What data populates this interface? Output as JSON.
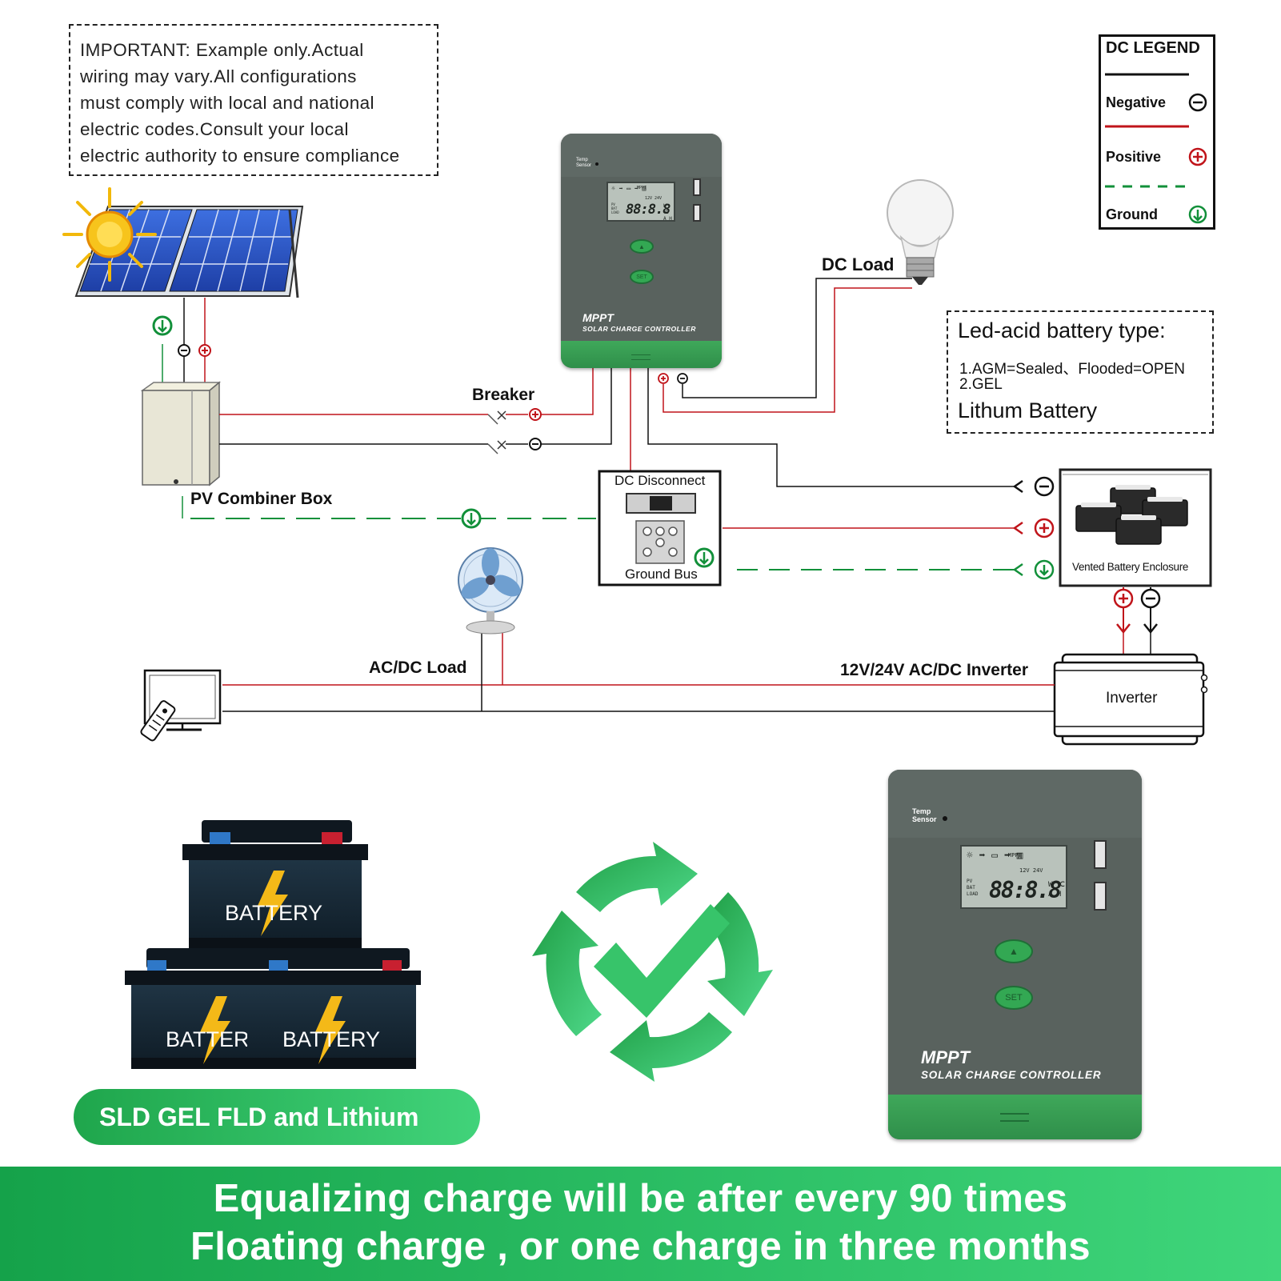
{
  "notice": {
    "lines": [
      "IMPORTANT: Example only.Actual",
      "wiring may vary.All configurations",
      "must comply with local and national",
      "electric codes.Consult your local",
      "electric authority to ensure compliance"
    ]
  },
  "legend": {
    "title": "DC LEGEND",
    "negative": "Negative",
    "positive": "Positive",
    "ground": "Ground"
  },
  "labels": {
    "dc_load": "DC Load",
    "breaker": "Breaker",
    "pv_combiner": "PV Combiner Box",
    "dc_disconnect": "DC Disconnect",
    "ground_bus": "Ground Bus",
    "vented_enclosure": "Vented Battery Enclosure",
    "acdc_load": "AC/DC Load",
    "inverter_title": "12V/24V AC/DC Inverter",
    "inverter": "Inverter"
  },
  "battery_type": {
    "title": "Led-acid battery type:",
    "line1": "1.AGM=Sealed、Flooded=OPEN",
    "line2": "2.GEL",
    "lithium": "Lithum Battery"
  },
  "controller": {
    "temp": "Temp",
    "sensor": "Sensor",
    "brand": "MPPT",
    "subtitle": "SOLAR CHARGE CONTROLLER",
    "lcd_digits": "88:8.8",
    "lcd_volt_label": "12V 24V",
    "lcd_units_top": "W ℃",
    "lcd_units_bottom": "A H",
    "lcd_mppt": "MPPT",
    "lcd_rows": "PV\nBAT\nLOAD",
    "up_button": "▲",
    "set_button": "SET"
  },
  "battery_label": "BATTERY",
  "pill": "SLD GEL FLD and Lithium",
  "banner": {
    "line1": "Equalizing charge will be after every 90 times",
    "line2": "Floating charge , or one charge in three months"
  },
  "colors": {
    "positive": "#c0141a",
    "negative": "#111111",
    "ground": "#12903a",
    "accent_green": "#2fae5a"
  }
}
